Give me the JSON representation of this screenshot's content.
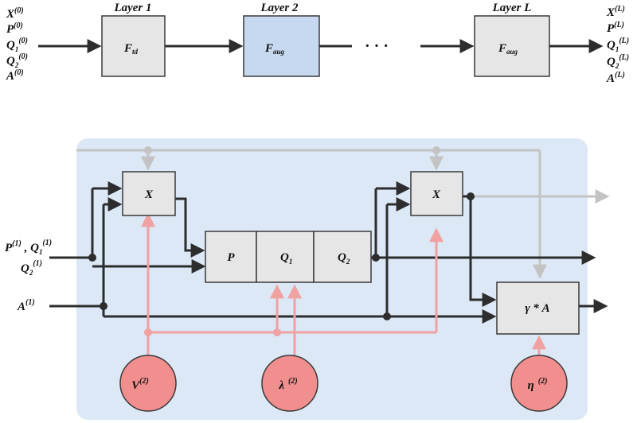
{
  "colors": {
    "panel": "#dce8f6",
    "box_gray": "#e6e6e6",
    "box_blue": "#c6d9f1",
    "dark_line": "#2d2d2d",
    "gray_line": "#c3c3c3",
    "pink_line": "#f0a1a1",
    "circle_fill": "#f18e8e"
  },
  "pipeline": {
    "inputs": [
      {
        "base": "X",
        "sub": "",
        "sup": "(0)"
      },
      {
        "base": "P",
        "sub": "",
        "sup": "(0)"
      },
      {
        "base": "Q",
        "sub": "1",
        "sup": "(0)"
      },
      {
        "base": "Q",
        "sub": "2",
        "sup": "(0)"
      },
      {
        "base": "A",
        "sub": "",
        "sup": "(0)"
      }
    ],
    "outputs": [
      {
        "base": "X",
        "sub": "",
        "sup": "(L)"
      },
      {
        "base": "P",
        "sub": "",
        "sup": "(L)"
      },
      {
        "base": "Q",
        "sub": "1",
        "sup": "(L)"
      },
      {
        "base": "Q",
        "sub": "2",
        "sup": "(L)"
      },
      {
        "base": "A",
        "sub": "",
        "sup": "(L)"
      }
    ],
    "layers": [
      {
        "title": "Layer 1",
        "func": "F",
        "func_sub": "td"
      },
      {
        "title": "Layer 2",
        "func": "F",
        "func_sub": "aug"
      },
      {
        "title": "Layer L",
        "func": "F",
        "func_sub": "aug"
      }
    ],
    "ellipsis": "· · ·"
  },
  "detail": {
    "input_pq": {
      "p": "P",
      "p_sup": "(1)",
      "sep": " , ",
      "q1": "Q",
      "q1_sub": "1",
      "q1_sup": "(1)"
    },
    "input_q2": {
      "base": "Q",
      "sub": "2",
      "sup": "(1)"
    },
    "input_a": {
      "base": "A",
      "sup": "(1)"
    },
    "x_left": "X",
    "x_right": "X",
    "p_cell": "P",
    "q1_cell": {
      "base": "Q",
      "sub": "1"
    },
    "q2_cell": {
      "base": "Q",
      "sub": "2"
    },
    "gamma_box": "γ * A",
    "circles": [
      {
        "base": "V",
        "sup": "(2)"
      },
      {
        "base": "λ",
        "sup": "(2)"
      },
      {
        "base": "η",
        "sup": "(2)"
      }
    ]
  }
}
